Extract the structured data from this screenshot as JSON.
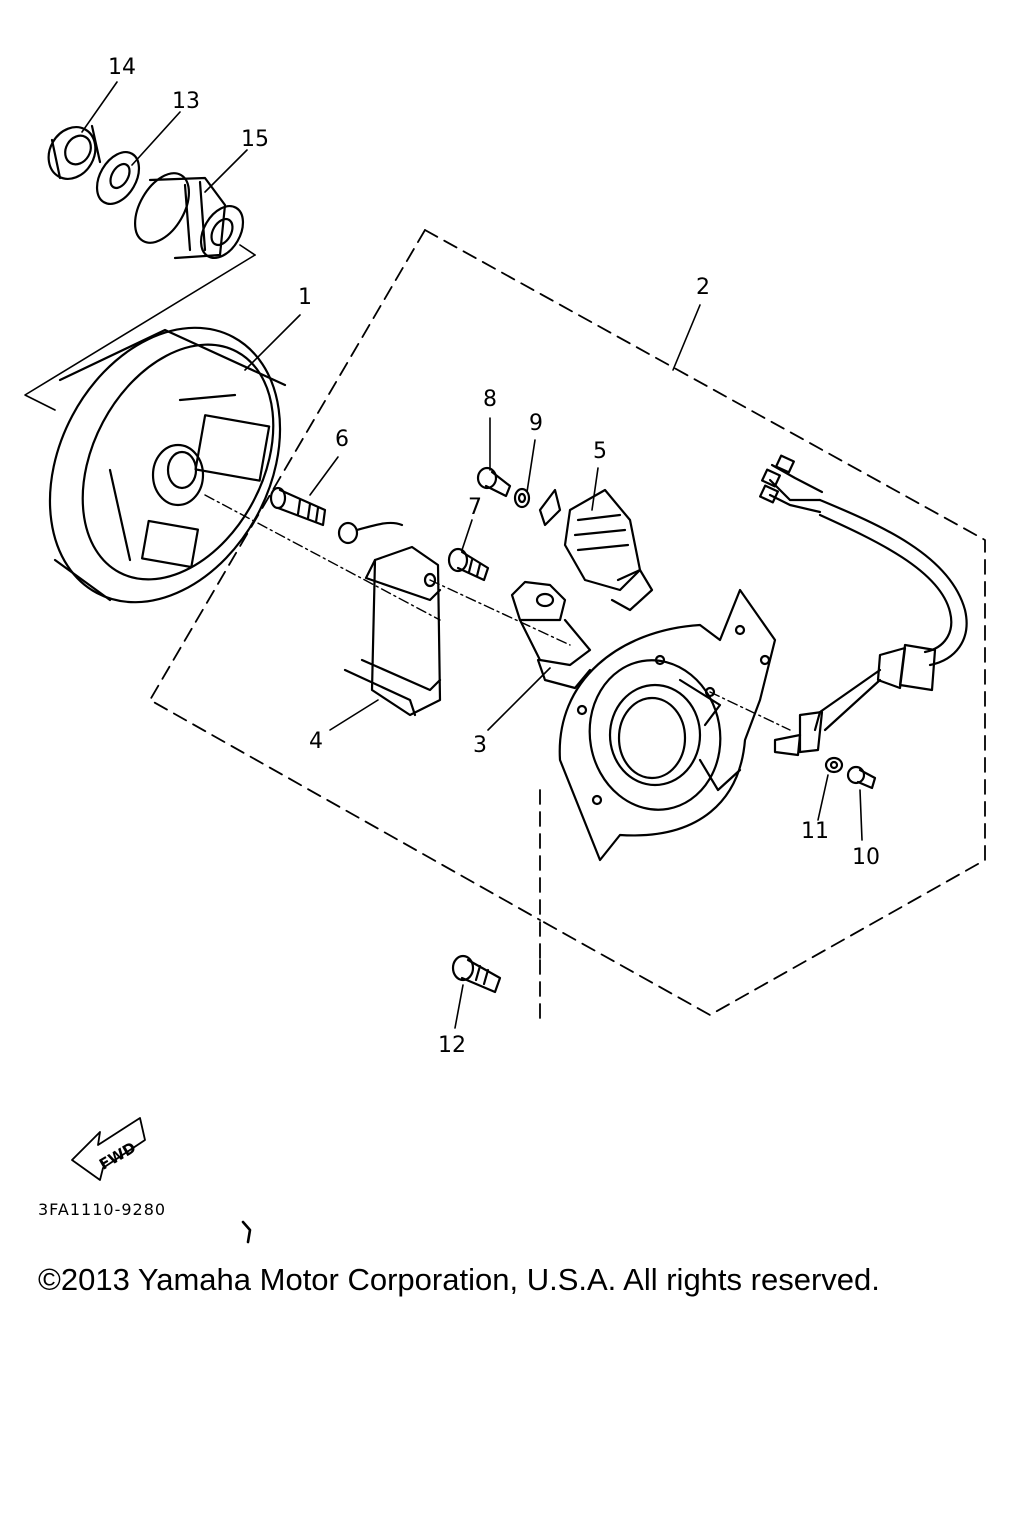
{
  "callouts": [
    {
      "id": "14",
      "label": "14"
    },
    {
      "id": "13",
      "label": "13"
    },
    {
      "id": "15",
      "label": "15"
    },
    {
      "id": "1",
      "label": "1"
    },
    {
      "id": "2",
      "label": "2"
    },
    {
      "id": "8",
      "label": "8"
    },
    {
      "id": "9",
      "label": "9"
    },
    {
      "id": "5",
      "label": "5"
    },
    {
      "id": "6",
      "label": "6"
    },
    {
      "id": "7",
      "label": "7"
    },
    {
      "id": "4",
      "label": "4"
    },
    {
      "id": "3",
      "label": "3"
    },
    {
      "id": "11",
      "label": "11"
    },
    {
      "id": "10",
      "label": "10"
    },
    {
      "id": "12",
      "label": "12"
    }
  ],
  "fwd_label": "FWD",
  "diagram_code": "3FA1110-9280",
  "copyright": "©2013 Yamaha Motor Corporation, U.S.A. All rights reserved."
}
